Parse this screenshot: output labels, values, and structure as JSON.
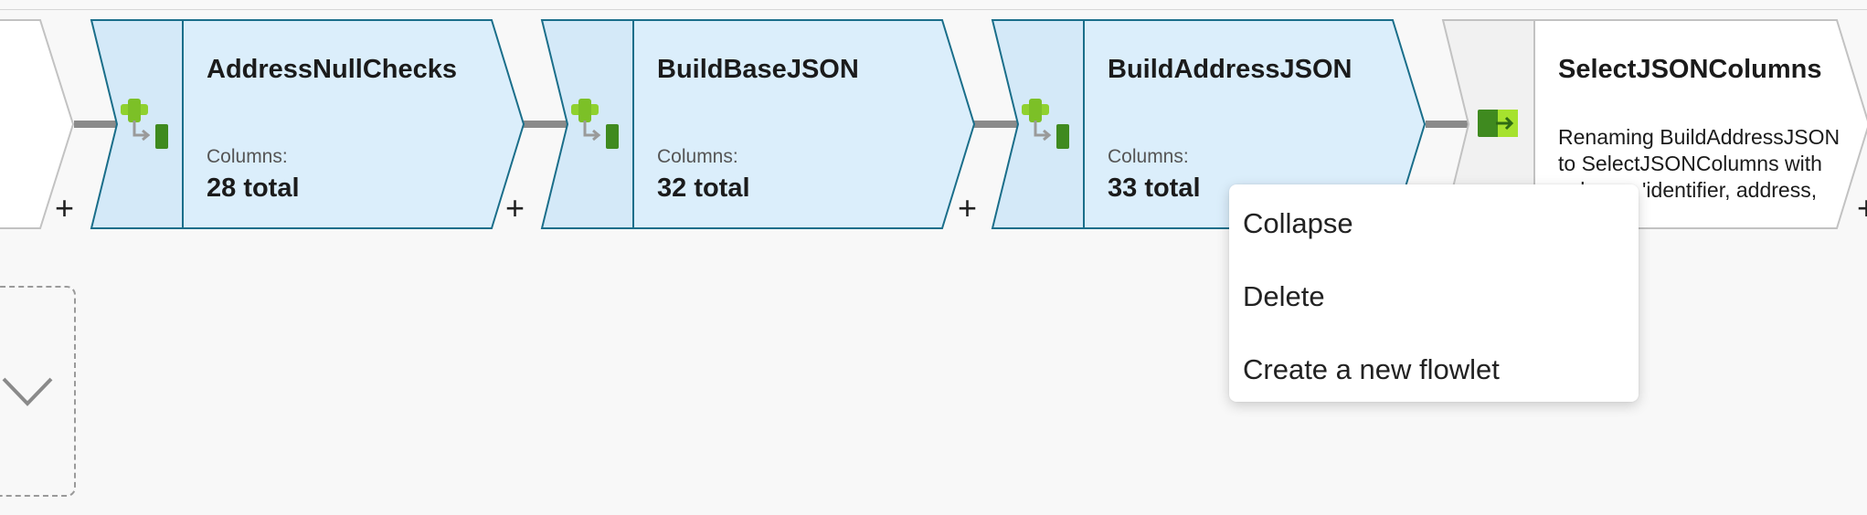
{
  "nodes": [
    {
      "title": "AddressNullChecks",
      "columns_label": "Columns:",
      "columns_value": "28 total"
    },
    {
      "title": "BuildBaseJSON",
      "columns_label": "Columns:",
      "columns_value": "32 total"
    },
    {
      "title": "BuildAddressJSON",
      "columns_label": "Columns:",
      "columns_value": "33 total"
    },
    {
      "title": "SelectJSONColumns",
      "description": "Renaming BuildAddressJSON to SelectJSONColumns with columns 'identifier, address,"
    }
  ],
  "add_symbol": "+",
  "context_menu": {
    "items": [
      {
        "label": "Collapse"
      },
      {
        "label": "Delete"
      },
      {
        "label": "Create a new flowlet"
      }
    ]
  },
  "colors": {
    "derived_fill": "#dbeefb",
    "derived_icon_fill": "#d4e9f8",
    "derived_border": "#1a6e8a",
    "select_icon_fill": "#f1f1f1",
    "select_border": "#c2c2c2",
    "connector": "#8a8a8a",
    "icon_green_light": "#8fd12f",
    "icon_green_dark": "#3f8a1f"
  },
  "icons": {
    "derived_column": "derived-column-icon",
    "select": "select-icon",
    "expand": "chevron-down-icon"
  }
}
